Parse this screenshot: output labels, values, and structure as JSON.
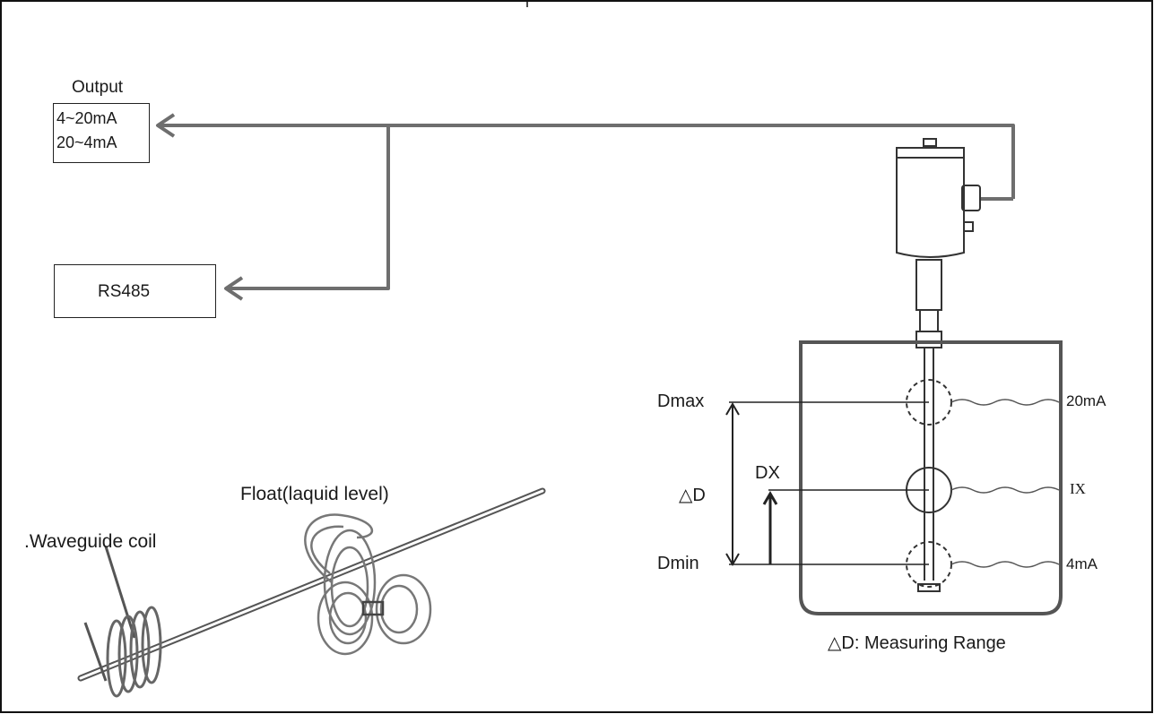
{
  "output_box": {
    "title": "Output",
    "line1": "4~20mA",
    "line2": "20~4mA"
  },
  "rs485_box": {
    "label": "RS485"
  },
  "tank_labels": {
    "dmax": "Dmax",
    "dmin": "Dmin",
    "dx": "DX",
    "delta_d": "△D",
    "current_max": "20mA",
    "current_x": "IX",
    "current_min": "4mA",
    "caption": "△D: Measuring Range"
  },
  "illustration": {
    "float_label": "Float(laquid level)",
    "coil_label": ".Waveguide coil"
  },
  "colors": {
    "line_dark": "#222222",
    "arrow_grey": "#6e6e6e",
    "tank_grey": "#555555"
  }
}
